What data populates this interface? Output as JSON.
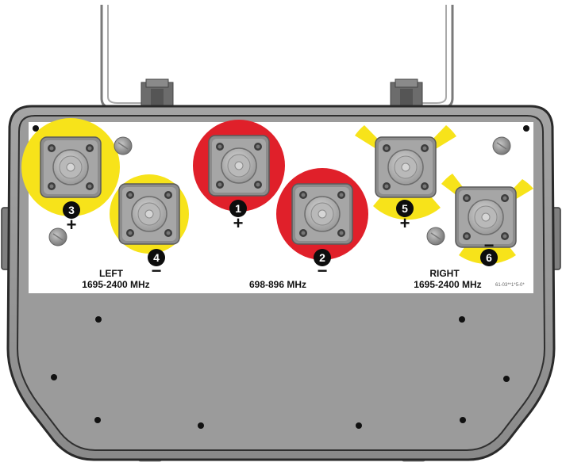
{
  "panel": {
    "left_label": "LEFT",
    "left_band": "1695-2400 MHz",
    "center_band": "698-896 MHz",
    "right_label": "RIGHT",
    "right_band": "1695-2400 MHz",
    "part_number": "61-03**1*5-0*"
  },
  "ports": [
    {
      "number": "3",
      "sign": "+",
      "color": "#f7e31a"
    },
    {
      "number": "4",
      "sign": "−",
      "color": "#f7e31a"
    },
    {
      "number": "1",
      "sign": "+",
      "color": "#e0202a"
    },
    {
      "number": "2",
      "sign": "−",
      "color": "#e0202a"
    },
    {
      "number": "5",
      "sign": "+",
      "color": "#f7e31a"
    },
    {
      "number": "6",
      "sign": "−",
      "color": "#f7e31a"
    }
  ],
  "colors": {
    "housing": "#8e8e8e",
    "housing_inner": "#9c9c9c",
    "label_plate": "#ffffff",
    "connector": "#9a9a9a",
    "band_high": "#f7e31a",
    "band_low": "#e0202a"
  }
}
